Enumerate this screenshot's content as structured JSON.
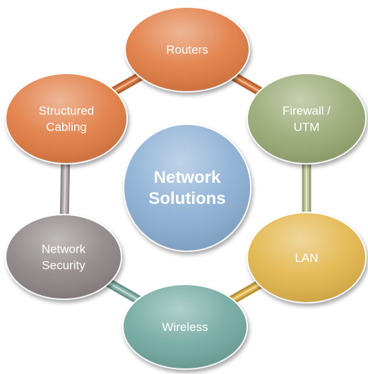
{
  "center": {
    "label_lines": [
      "Network",
      "Solutions"
    ],
    "color": "#8aaed3"
  },
  "nodes": [
    {
      "id": "routers",
      "label_lines": [
        "Routers"
      ],
      "color": "#e07a3f"
    },
    {
      "id": "firewall-utm",
      "label_lines": [
        "Firewall /",
        "UTM"
      ],
      "color": "#98a872"
    },
    {
      "id": "lan",
      "label_lines": [
        "LAN"
      ],
      "color": "#e3b548"
    },
    {
      "id": "wireless",
      "label_lines": [
        "Wireless"
      ],
      "color": "#6fa89f"
    },
    {
      "id": "network-security",
      "label_lines": [
        "Network",
        "Security"
      ],
      "color": "#8c8384"
    },
    {
      "id": "structured-cabling",
      "label_lines": [
        "Structured",
        "Cabling"
      ],
      "color": "#e07a3f"
    }
  ],
  "ring_segments": [
    {
      "from": "routers",
      "to": "firewall-utm",
      "color": "#e07a3f"
    },
    {
      "from": "firewall-utm",
      "to": "lan",
      "color": "#c0ca98"
    },
    {
      "from": "lan",
      "to": "wireless",
      "color": "#e3b548"
    },
    {
      "from": "wireless",
      "to": "network-security",
      "color": "#86b6ad"
    },
    {
      "from": "network-security",
      "to": "structured-cabling",
      "color": "#b8b0b0"
    },
    {
      "from": "structured-cabling",
      "to": "routers",
      "color": "#e07a3f"
    }
  ]
}
